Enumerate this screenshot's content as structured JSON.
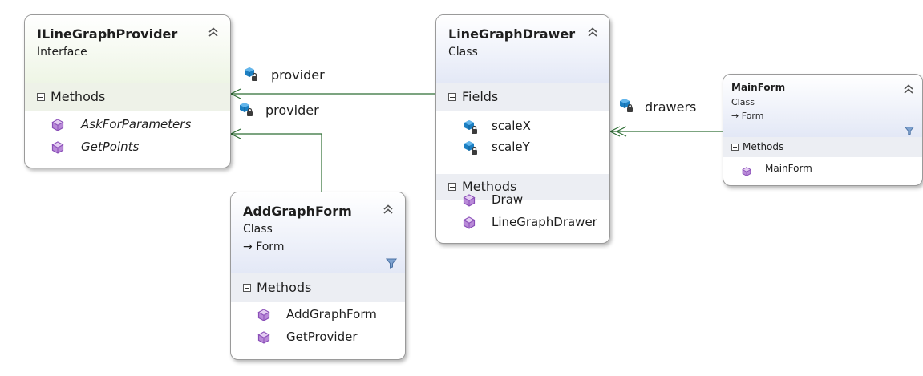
{
  "diagram": {
    "shapes": [
      {
        "id": "ILineGraphProvider",
        "title": "ILineGraphProvider",
        "stereotype": "Interface",
        "kind": "interface",
        "compartments": [
          {
            "label": "Methods",
            "members": [
              {
                "name": "AskForParameters",
                "icon": "method-icon",
                "italic": true
              },
              {
                "name": "GetPoints",
                "icon": "method-icon",
                "italic": true
              }
            ]
          }
        ]
      },
      {
        "id": "LineGraphDrawer",
        "title": "LineGraphDrawer",
        "stereotype": "Class",
        "kind": "class",
        "compartments": [
          {
            "label": "Fields",
            "members": [
              {
                "name": "scaleX",
                "icon": "private-field-icon"
              },
              {
                "name": "scaleY",
                "icon": "private-field-icon"
              }
            ]
          },
          {
            "label": "Methods",
            "members": [
              {
                "name": "Draw",
                "icon": "method-icon"
              },
              {
                "name": "LineGraphDrawer",
                "icon": "method-icon"
              }
            ]
          }
        ]
      },
      {
        "id": "MainForm",
        "title": "MainForm",
        "stereotype": "Class",
        "base": "Form",
        "kind": "class",
        "compartments": [
          {
            "label": "Methods",
            "members": [
              {
                "name": "MainForm",
                "icon": "method-icon"
              }
            ]
          }
        ]
      },
      {
        "id": "AddGraphForm",
        "title": "AddGraphForm",
        "stereotype": "Class",
        "base": "Form",
        "kind": "class",
        "compartments": [
          {
            "label": "Methods",
            "members": [
              {
                "name": "AddGraphForm",
                "icon": "method-icon"
              },
              {
                "name": "GetProvider",
                "icon": "method-icon"
              }
            ]
          }
        ]
      }
    ],
    "connectors": [
      {
        "from": "LineGraphDrawer",
        "to": "ILineGraphProvider",
        "label": "provider",
        "icon": "private-field-icon",
        "type": "association"
      },
      {
        "from": "AddGraphForm",
        "to": "ILineGraphProvider",
        "label": "provider",
        "icon": "private-field-icon",
        "type": "association"
      },
      {
        "from": "MainForm",
        "to": "LineGraphDrawer",
        "label": "drawers",
        "icon": "private-field-icon",
        "type": "collection-association"
      }
    ],
    "colors": {
      "connector": "#2e6e34",
      "interface_header": "#eef5e5",
      "class_header": "#e3e8f6",
      "method_icon": "#8a4fb8",
      "field_icon": "#1c7fc2",
      "border": "#9a9a9a"
    }
  }
}
